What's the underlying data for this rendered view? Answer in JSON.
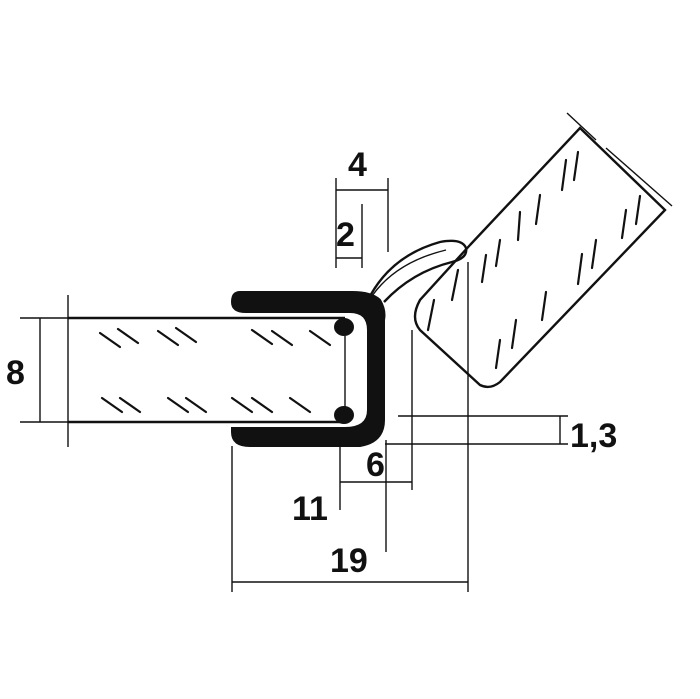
{
  "drawing": {
    "colors": {
      "ink": "#111111",
      "paper": "#ffffff",
      "seal": "#111111"
    },
    "dimensions": {
      "glass_thickness": "8",
      "lip_width_outer": "4",
      "lip_width_inner": "2",
      "clearance": "1,3",
      "inner_offset": "6",
      "channel_width": "11",
      "overall_width": "19"
    }
  }
}
